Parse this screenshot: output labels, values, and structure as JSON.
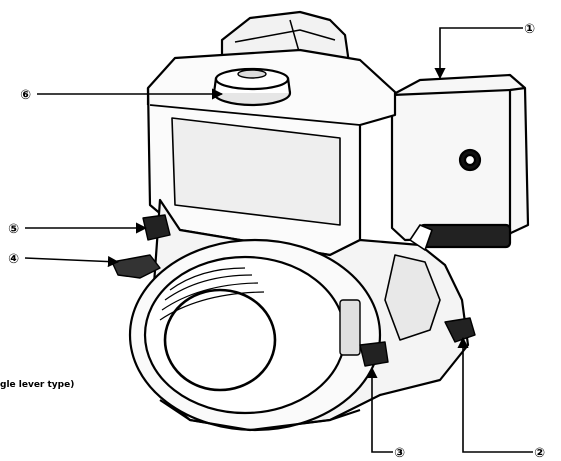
{
  "caption": "gle lever type)",
  "callouts": [
    {
      "id": "1",
      "label": "①"
    },
    {
      "id": "2",
      "label": "②"
    },
    {
      "id": "3",
      "label": "③"
    },
    {
      "id": "4",
      "label": "④"
    },
    {
      "id": "5",
      "label": "⑤"
    },
    {
      "id": "6",
      "label": "⑥"
    }
  ]
}
